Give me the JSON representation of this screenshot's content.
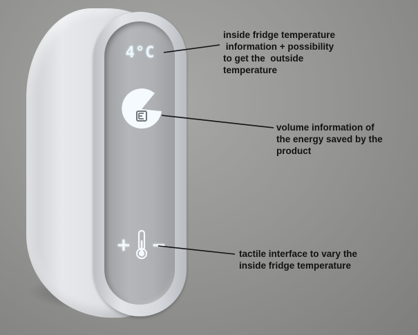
{
  "display": {
    "temperature": "4°C"
  },
  "controls": {
    "increase": "+",
    "decrease": "−"
  },
  "annotations": {
    "temperature_info": "inside fridge temperature\n information + possibility\nto get the  outside\ntemperature",
    "energy_info": "volume information of\nthe energy saved by the\nproduct",
    "tactile_info": "tactile interface to vary the\ninside fridge temperature"
  },
  "colors": {
    "display_glow": "#eef7fb",
    "screen": "#aeb0b3",
    "housing": "#dfe1e5",
    "background": "#969694"
  },
  "icons": {
    "energy": "pie-chart-with-logo-icon",
    "thermometer": "thermometer-icon"
  }
}
